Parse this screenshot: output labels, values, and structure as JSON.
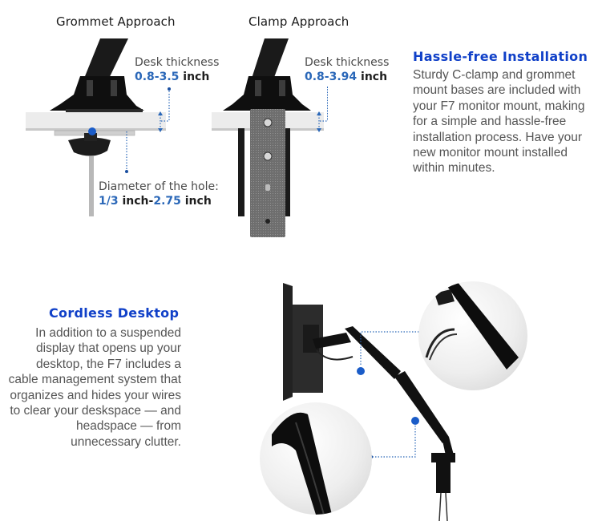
{
  "diagrams": {
    "grommet": {
      "title": "Grommet Approach",
      "desk_thickness_label": "Desk thickness",
      "desk_thickness_range": "0.8-3.5",
      "desk_thickness_unit": " inch",
      "hole_label": "Diameter of the hole:",
      "hole_min": "1/3",
      "hole_mid": " inch-",
      "hole_max": "2.75",
      "hole_unit": " inch"
    },
    "clamp": {
      "title": "Clamp Approach",
      "desk_thickness_label": "Desk thickness",
      "desk_thickness_range": "0.8-3.94",
      "desk_thickness_unit": " inch"
    }
  },
  "features": {
    "installation": {
      "title": "Hassle-free Installation",
      "body": "Sturdy C-clamp and grommet mount bases are included with your F7 monitor mount, making for a simple and hassle-free installation process. Have your new monitor mount installed within minutes."
    },
    "cordless": {
      "title": "Cordless Desktop",
      "body": "In addition to a suspended display that opens up your desktop, the F7 includes a cable management system that organizes and hides your wires to clear your deskspace — and headspace — from unnecessary clutter."
    }
  },
  "colors": {
    "heading_blue": "#1040c8",
    "spec_blue": "#2a67b8",
    "body_gray": "#555555"
  }
}
